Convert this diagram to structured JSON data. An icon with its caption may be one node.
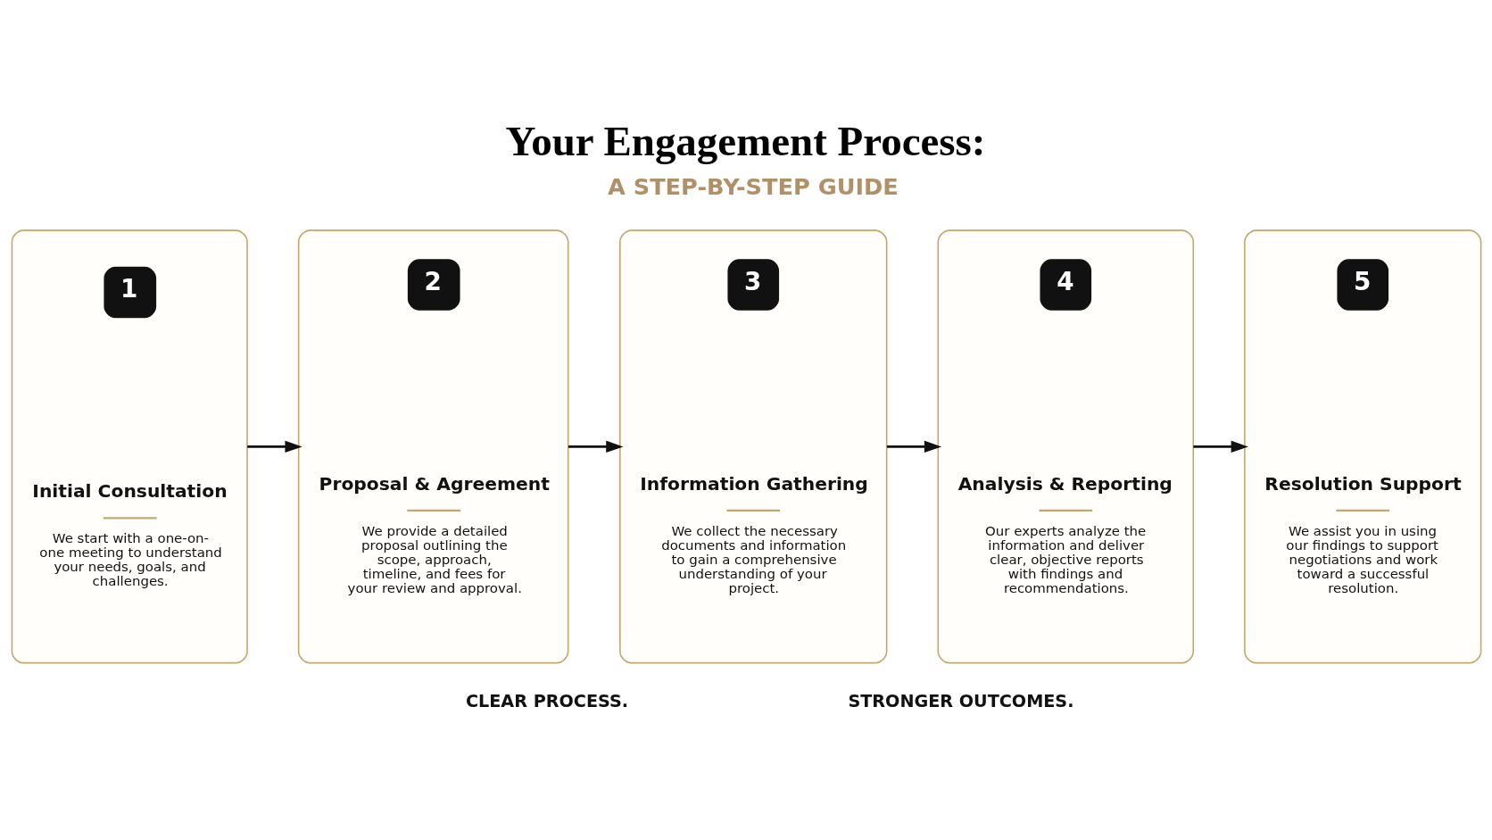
{
  "diagram": {
    "title": "Your Engagement Process:",
    "nodes": [
      {
        "text": [
          "1",
          "Initial Consultation",
          "We start with a one-on-one meeting to understand your needs, goals, and challenges."
        ]
      },
      {
        "text": [
          "2",
          "Proposal & Agreement",
          "We provide a detailed proposal outlining the scope, approach, timeline, and fees for your review and approval."
        ]
      },
      {
        "text": [
          "3",
          "Information Gathering",
          "We collect the necessary documents and information to gain a comprehensive understanding of your project."
        ]
      },
      {
        "text": [
          "4",
          "Analysis & Reporting",
          "Our experts analyze the information and deliver clear, objective reports with findings and recommendations."
        ]
      },
      {
        "text": [
          "5",
          "Resolution Support",
          "We assist you in using our findings to support negotiations and work toward a successful resolution."
        ]
      }
    ],
    "edges": [
      {
        "from": 0,
        "to": 1,
        "arrow": "to"
      },
      {
        "from": 1,
        "to": 2,
        "arrow": "to"
      },
      {
        "from": 2,
        "to": 3,
        "arrow": "to"
      },
      {
        "from": 3,
        "to": 4,
        "arrow": "to"
      }
    ],
    "labels": [
      "A STEP-BY-STEP GUIDE",
      "CLEAR PROCESS.",
      "STRONGER OUTCOMES."
    ]
  }
}
